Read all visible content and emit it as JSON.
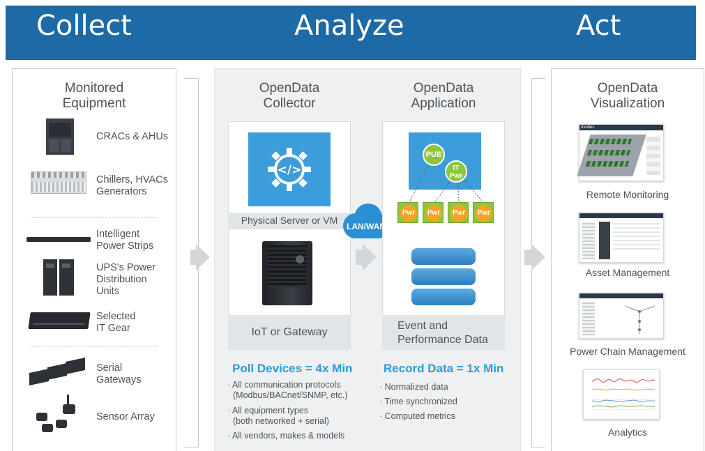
{
  "banner": {
    "collect": "Collect",
    "analyze": "Analyze",
    "act": "Act"
  },
  "colors": {
    "banner": "#1e6aa6",
    "accent_blue": "#2e9ad8",
    "green": "#8cc63f",
    "orange": "#f7a51d"
  },
  "collect": {
    "title_line1": "Monitored",
    "title_line2": "Equipment",
    "items": [
      {
        "line1": "CRACs & AHUs",
        "line2": "",
        "line3": "",
        "icon": "crac-unit-icon"
      },
      {
        "line1": "Chillers, HVACs",
        "line2": "Generators",
        "line3": "",
        "icon": "chiller-icon"
      },
      {
        "line1": "Intelligent",
        "line2": "Power Strips",
        "line3": "",
        "icon": "power-strip-icon"
      },
      {
        "line1": "UPS's Power",
        "line2": "Distribution",
        "line3": "Units",
        "icon": "ups-icon"
      },
      {
        "line1": "Selected",
        "line2": "IT Gear",
        "line3": "",
        "icon": "it-gear-icon"
      },
      {
        "line1": "Serial",
        "line2": "Gateways",
        "line3": "",
        "icon": "serial-gateway-icon"
      },
      {
        "line1": "Sensor Array",
        "line2": "",
        "line3": "",
        "icon": "sensor-array-icon"
      }
    ]
  },
  "collector": {
    "title_line1": "OpenData",
    "title_line2": "Collector",
    "server_label": "Physical Server or VM",
    "gateway_label": "IoT or Gateway",
    "headline": "Poll Devices = 4x Min",
    "bullets": [
      {
        "line1": "· All communication protocols",
        "line2": "(Modbus/BACnet/SNMP, etc.)"
      },
      {
        "line1": "· All equipment types",
        "line2": "(both networked + serial)"
      },
      {
        "line1": "· All vendors, makes & models",
        "line2": ""
      }
    ]
  },
  "network": {
    "label": "LAN/WAN"
  },
  "application": {
    "title_line1": "OpenData",
    "title_line2": "Application",
    "pue": "PUE",
    "it_line1": "IT",
    "it_line2": "Pwr",
    "pwr_labels": [
      "Pwr",
      "Pwr",
      "Pwr",
      "Pwr"
    ],
    "data_line1": "Event and",
    "data_line2": "Performance Data",
    "headline": "Record Data = 1x Min",
    "bullets": [
      "· Normalized data",
      "· Time synchronized",
      "· Computed metrics"
    ]
  },
  "visualization": {
    "title_line1": "OpenData",
    "title_line2": "Visualization",
    "items": [
      {
        "label": "Remote Monitoring"
      },
      {
        "label": "Asset Management"
      },
      {
        "label": "Power Chain Management"
      },
      {
        "label": "Analytics"
      }
    ],
    "thumb_brand": "modius"
  }
}
